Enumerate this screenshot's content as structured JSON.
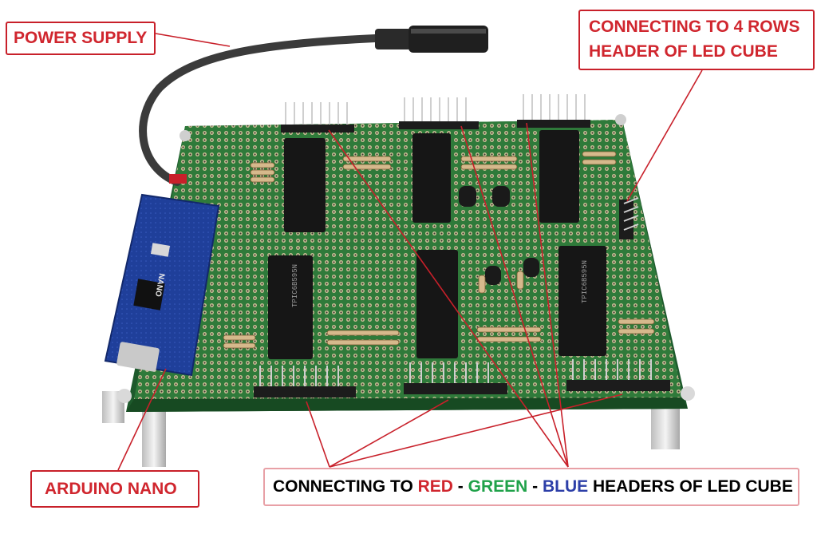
{
  "labels": {
    "power_supply": "POWER SUPPLY",
    "arduino_nano": "ARDUINO NANO",
    "rows_line1": "CONNECTING TO 4 ROWS",
    "rows_line2": "HEADER OF LED CUBE",
    "rgb_prefix": "CONNECTING TO ",
    "rgb_red": "RED",
    "rgb_sep1": " - ",
    "rgb_green": "GREEN",
    "rgb_sep2": " - ",
    "rgb_blue": "BLUE",
    "rgb_suffix": " HEADERS OF LED CUBE"
  },
  "chip_markings": {
    "shift_register": "TPIC6B595N",
    "nano_board": "NANO"
  },
  "colors": {
    "label_red": "#d0262e",
    "label_green": "#20a24a",
    "label_blue": "#2d3fa8",
    "pcb_green": "#2f7a3a",
    "arduino_blue": "#1f3f9a"
  }
}
